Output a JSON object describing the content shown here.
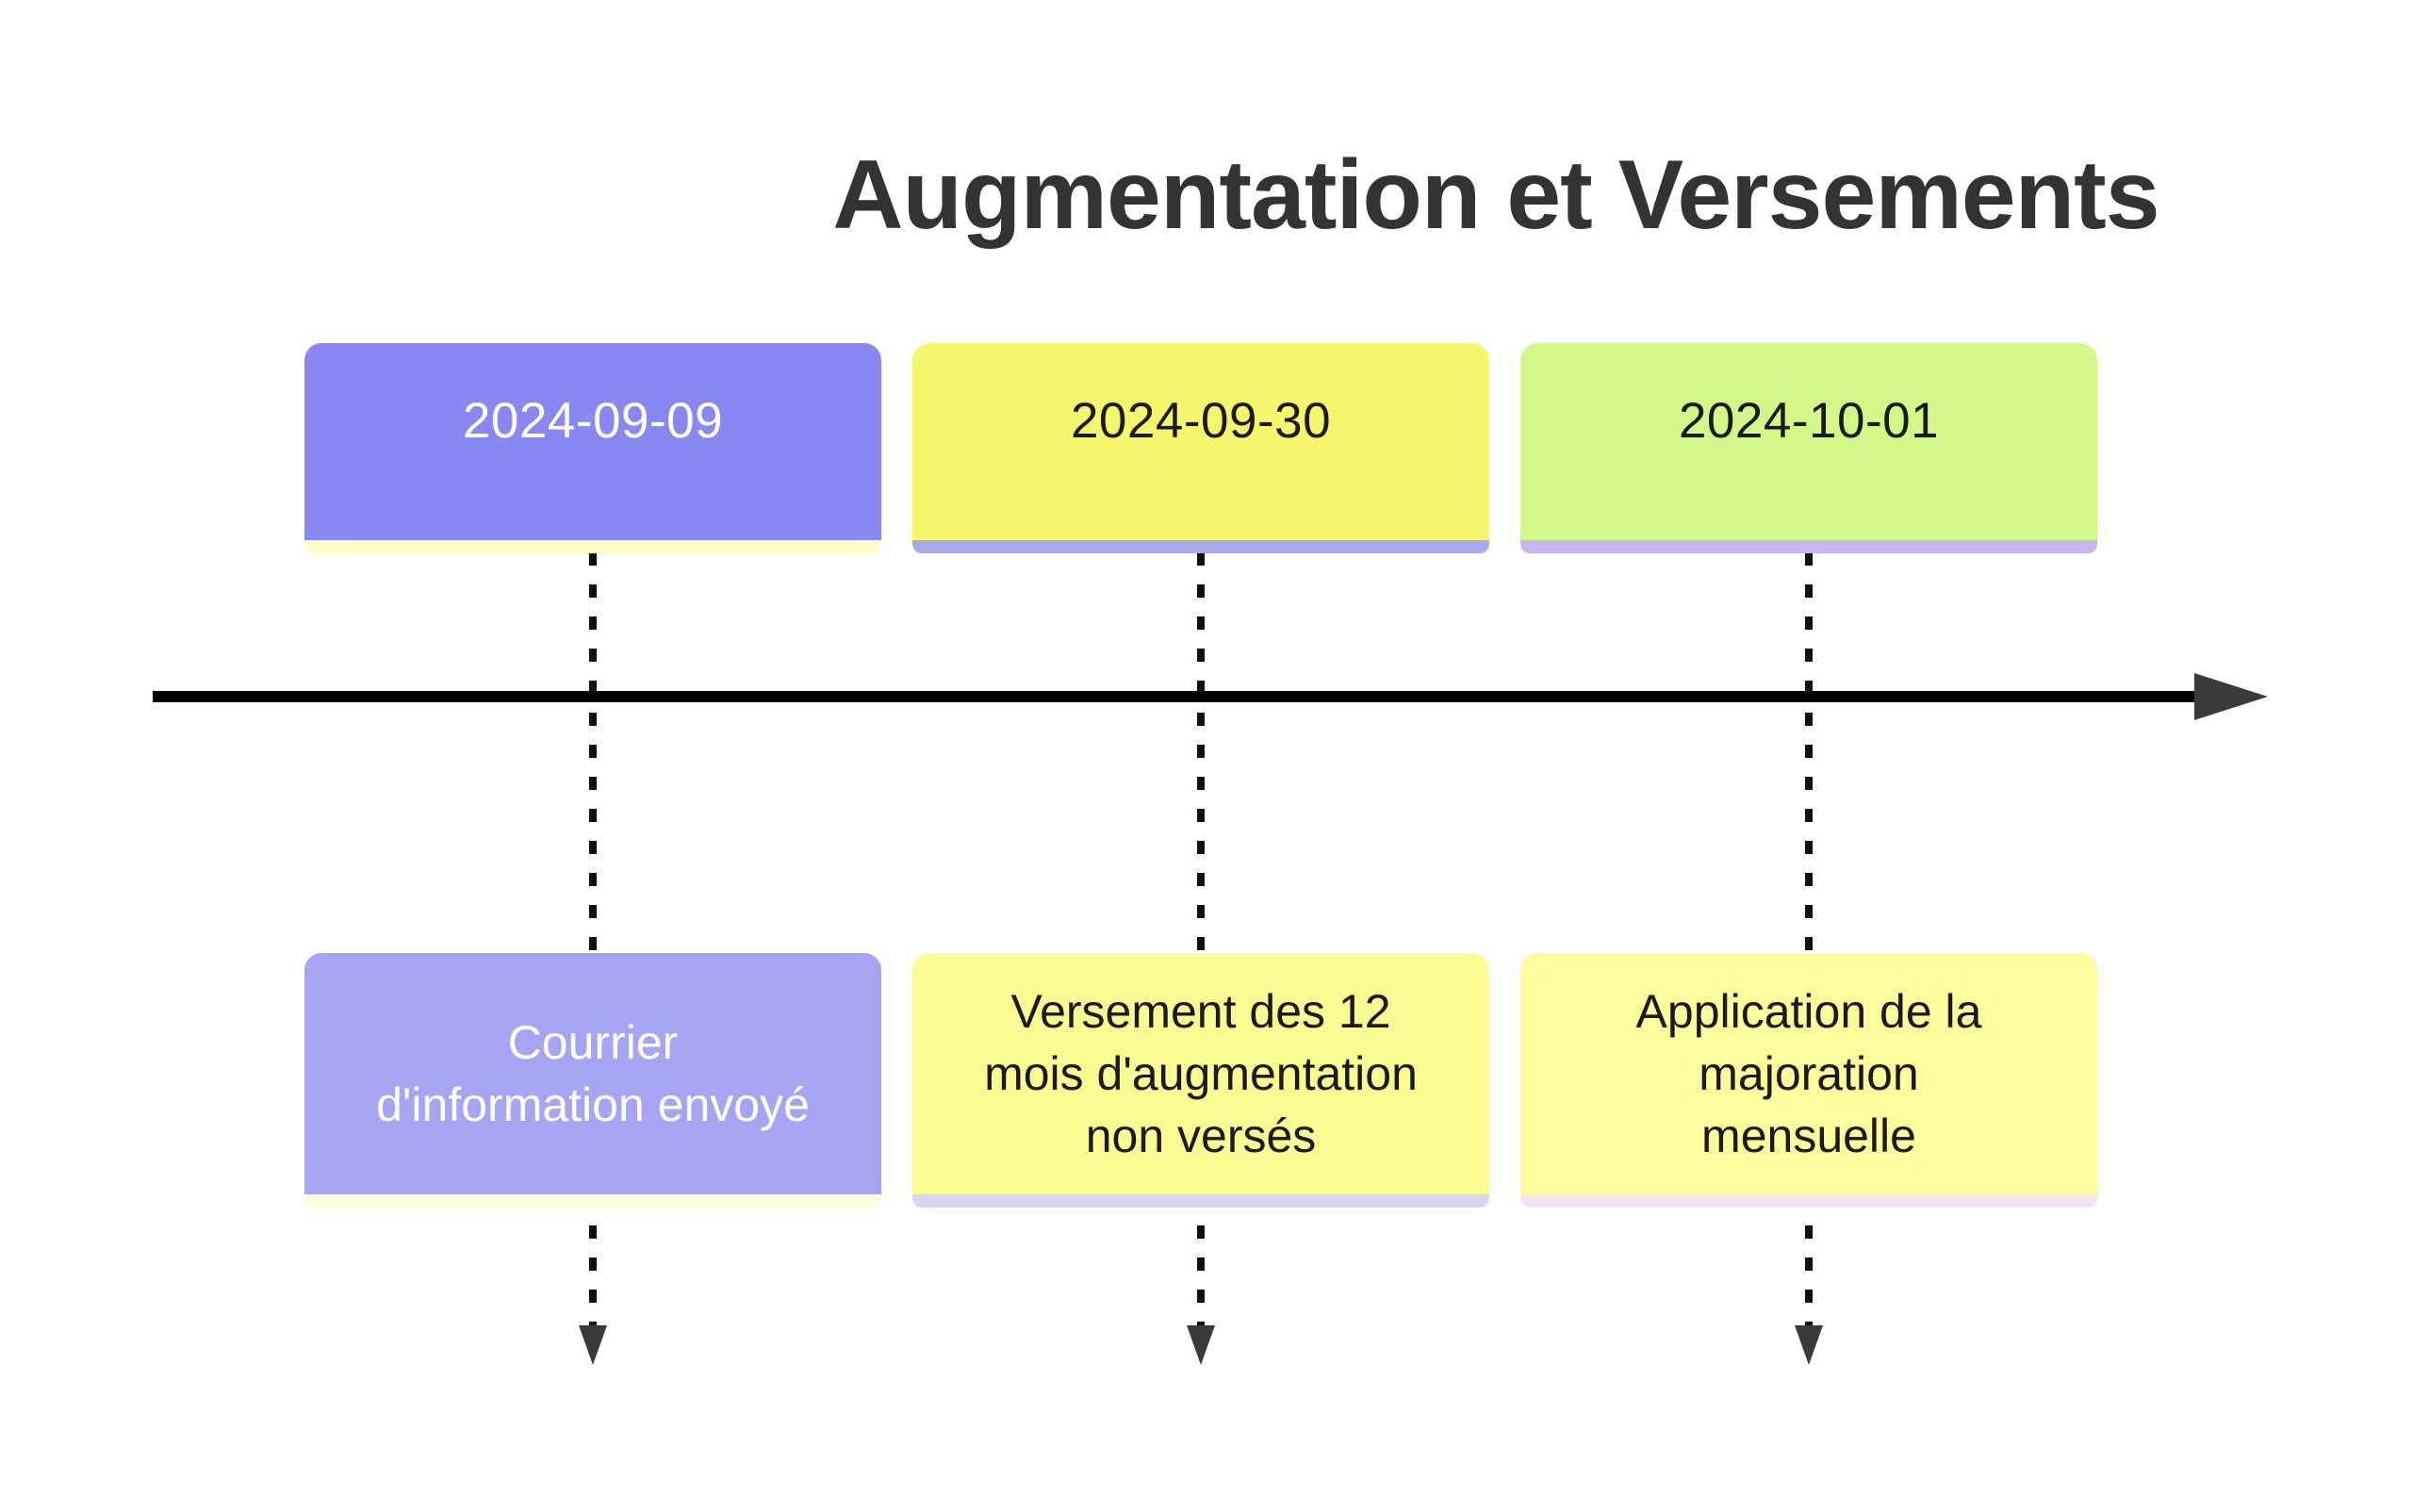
{
  "title": "Augmentation et Versements",
  "colors": {
    "background": "#ffffff",
    "title_text": "#333333",
    "axis_line": "#000000",
    "arrowhead": "#3a3a3a",
    "connector": "#111111"
  },
  "events": [
    {
      "date": "2024-09-09",
      "date_fill": "#8888f0",
      "date_strip": "#ffffc6",
      "date_text_color": "#ffffff",
      "desc_fill": "#a5a5f3",
      "desc_strip": "#ffffdd",
      "desc_text_color": "#ffffff",
      "description_lines": [
        "Courrier",
        "d'information envoyé",
        ""
      ]
    },
    {
      "date": "2024-09-30",
      "date_fill": "#f7f76e",
      "date_strip": "#a8a8ef",
      "date_text_color": "#1a1a1a",
      "desc_fill": "#fbfb94",
      "desc_strip": "#d6d6f2",
      "desc_text_color": "#1a1a1a",
      "description_lines": [
        "Versement des 12",
        "mois d'augmentation",
        "non versés"
      ]
    },
    {
      "date": "2024-10-01",
      "date_fill": "#d3f88a",
      "date_strip": "#c8b4f1",
      "date_text_color": "#1a1a1a",
      "desc_fill": "#fcfc9c",
      "desc_strip": "#f3e3f5",
      "desc_text_color": "#1a1a1a",
      "description_lines": [
        "Application de la",
        "majoration",
        "mensuelle"
      ]
    }
  ]
}
